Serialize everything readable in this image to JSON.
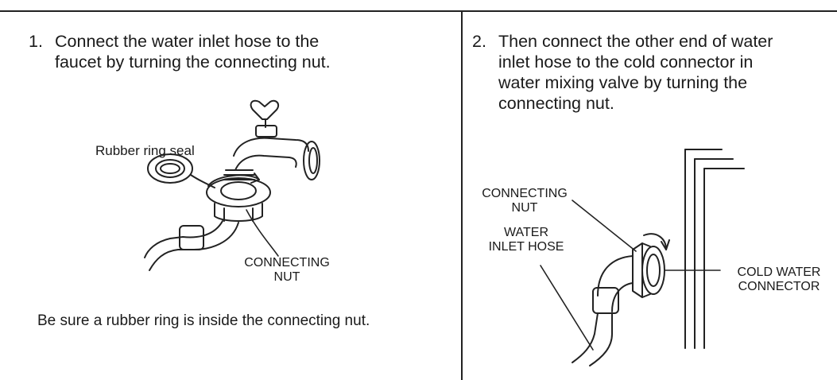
{
  "step1": {
    "number": "1.",
    "text": "Connect the water inlet hose to the\nfaucet by turning the connecting nut."
  },
  "step2": {
    "number": "2.",
    "text": "Then connect the other end of water\ninlet hose to the cold connector in\nwater mixing valve by turning the\nconnecting nut."
  },
  "figure1": {
    "rubber_label": "Rubber ring seal",
    "nut_label": "CONNECTING\nNUT"
  },
  "figure2": {
    "nut_label": "CONNECTING\nNUT",
    "hose_label": "WATER\nINLET HOSE",
    "connector_label": "COLD WATER\nCONNECTOR"
  },
  "note": "Be sure a rubber ring is inside the connecting nut."
}
